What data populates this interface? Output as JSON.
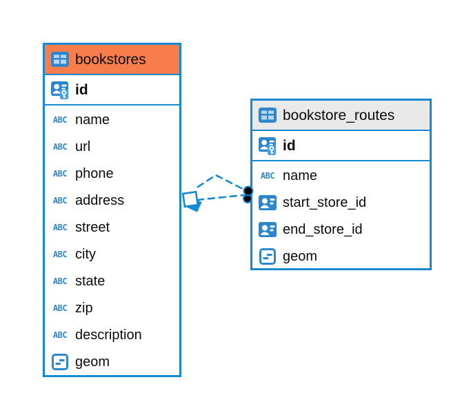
{
  "diagram": {
    "colors": {
      "accent_blue": "#1589d1",
      "icon_blue": "#2e87cb",
      "bookstores_header_orange": "#f87d4c",
      "routes_header_gray": "#e9e9e9",
      "text": "#0b0b0b",
      "connector_dot": "#000000"
    },
    "text_type_glyph": "ABC",
    "tables": [
      {
        "name": "bookstores",
        "header_style": "orange-highlighted",
        "primary_key": {
          "label": "id",
          "icon": "primary-key-icon"
        },
        "fields": [
          {
            "label": "name",
            "icon": "text-type-icon"
          },
          {
            "label": "url",
            "icon": "text-type-icon"
          },
          {
            "label": "phone",
            "icon": "text-type-icon"
          },
          {
            "label": "address",
            "icon": "text-type-icon"
          },
          {
            "label": "street",
            "icon": "text-type-icon"
          },
          {
            "label": "city",
            "icon": "text-type-icon"
          },
          {
            "label": "state",
            "icon": "text-type-icon"
          },
          {
            "label": "zip",
            "icon": "text-type-icon"
          },
          {
            "label": "description",
            "icon": "text-type-icon"
          },
          {
            "label": "geom",
            "icon": "geometry-type-icon"
          }
        ]
      },
      {
        "name": "bookstore_routes",
        "header_style": "gray-default",
        "primary_key": {
          "label": "id",
          "icon": "primary-key-icon"
        },
        "fields": [
          {
            "label": "name",
            "icon": "text-type-icon"
          },
          {
            "label": "start_store_id",
            "icon": "reference-type-icon"
          },
          {
            "label": "end_store_id",
            "icon": "reference-type-icon"
          },
          {
            "label": "geom",
            "icon": "geometry-type-icon"
          }
        ]
      }
    ],
    "relationship": {
      "from_table": "bookstores",
      "to_table": "bookstore_routes",
      "line_style": "dashed",
      "line_count": 2,
      "source_handle": "rotated-square",
      "target_endpoint": "black-dot"
    }
  }
}
